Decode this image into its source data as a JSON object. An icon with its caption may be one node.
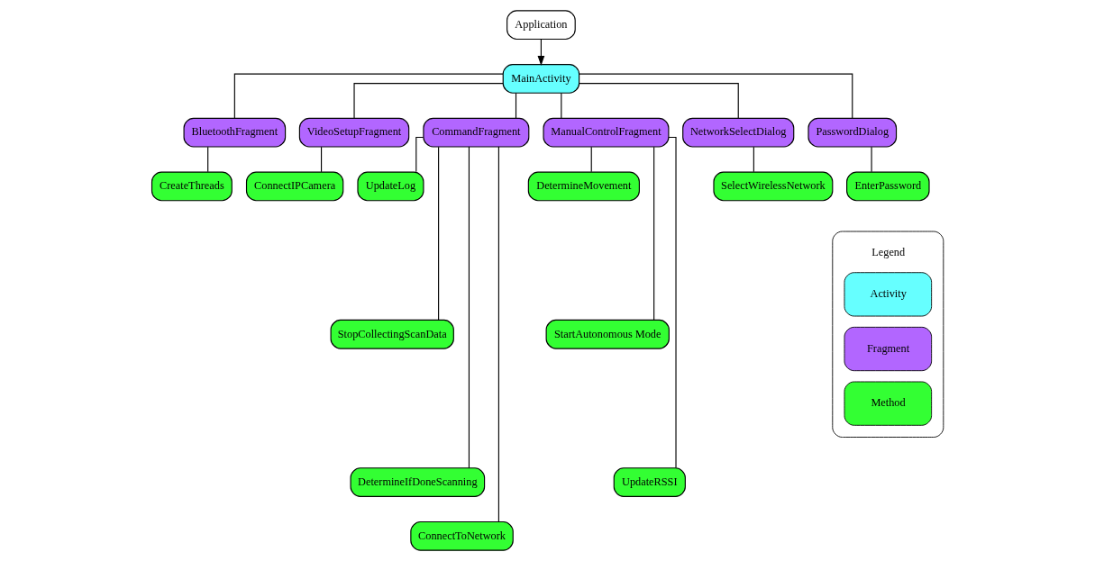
{
  "diagram": {
    "nodes": [
      {
        "text": [
          "Application"
        ]
      },
      {
        "text": [
          "MainActivity"
        ]
      },
      {
        "text": [
          "BluetoothFragment"
        ]
      },
      {
        "text": [
          "VideoSetupFragment"
        ]
      },
      {
        "text": [
          "CommandFragment"
        ]
      },
      {
        "text": [
          "ManualControlFragment"
        ]
      },
      {
        "text": [
          "NetworkSelectDialog"
        ]
      },
      {
        "text": [
          "PasswordDialog"
        ]
      },
      {
        "text": [
          "CreateThreads"
        ]
      },
      {
        "text": [
          "ConnectIPCamera"
        ]
      },
      {
        "text": [
          "UpdateLog"
        ]
      },
      {
        "text": [
          "StopCollectingScanData"
        ]
      },
      {
        "text": [
          "DetermineIfDoneScanning"
        ]
      },
      {
        "text": [
          "ConnectToNetwork"
        ]
      },
      {
        "text": [
          "DetermineMovement"
        ]
      },
      {
        "text": [
          "StartAutonomous Mode"
        ]
      },
      {
        "text": [
          "UpdateRSSI"
        ]
      },
      {
        "text": [
          "SelectWirelessNetwork"
        ]
      },
      {
        "text": [
          "EnterPassword"
        ]
      }
    ],
    "edges": [
      {
        "from": 0,
        "to": 1,
        "arrow": "to"
      },
      {
        "from": 1,
        "to": 2,
        "arrow": "none"
      },
      {
        "from": 1,
        "to": 3,
        "arrow": "none"
      },
      {
        "from": 1,
        "to": 4,
        "arrow": "none"
      },
      {
        "from": 1,
        "to": 5,
        "arrow": "none"
      },
      {
        "from": 1,
        "to": 6,
        "arrow": "none"
      },
      {
        "from": 1,
        "to": 7,
        "arrow": "none"
      },
      {
        "from": 2,
        "to": 8,
        "arrow": "none"
      },
      {
        "from": 3,
        "to": 9,
        "arrow": "none"
      },
      {
        "from": 4,
        "to": 10,
        "arrow": "none"
      },
      {
        "from": 4,
        "to": 11,
        "arrow": "none"
      },
      {
        "from": 4,
        "to": 12,
        "arrow": "none"
      },
      {
        "from": 4,
        "to": 13,
        "arrow": "none"
      },
      {
        "from": 5,
        "to": 14,
        "arrow": "none"
      },
      {
        "from": 5,
        "to": 15,
        "arrow": "none"
      },
      {
        "from": 5,
        "to": 16,
        "arrow": "none"
      },
      {
        "from": 6,
        "to": 17,
        "arrow": "none"
      },
      {
        "from": 7,
        "to": 18,
        "arrow": "none"
      }
    ],
    "labels": [
      "Legend"
    ],
    "legend": [
      {
        "text": "Activity",
        "color": "#66ffff"
      },
      {
        "text": "Fragment",
        "color": "#b266ff"
      },
      {
        "text": "Method",
        "color": "#33ff33"
      }
    ]
  }
}
